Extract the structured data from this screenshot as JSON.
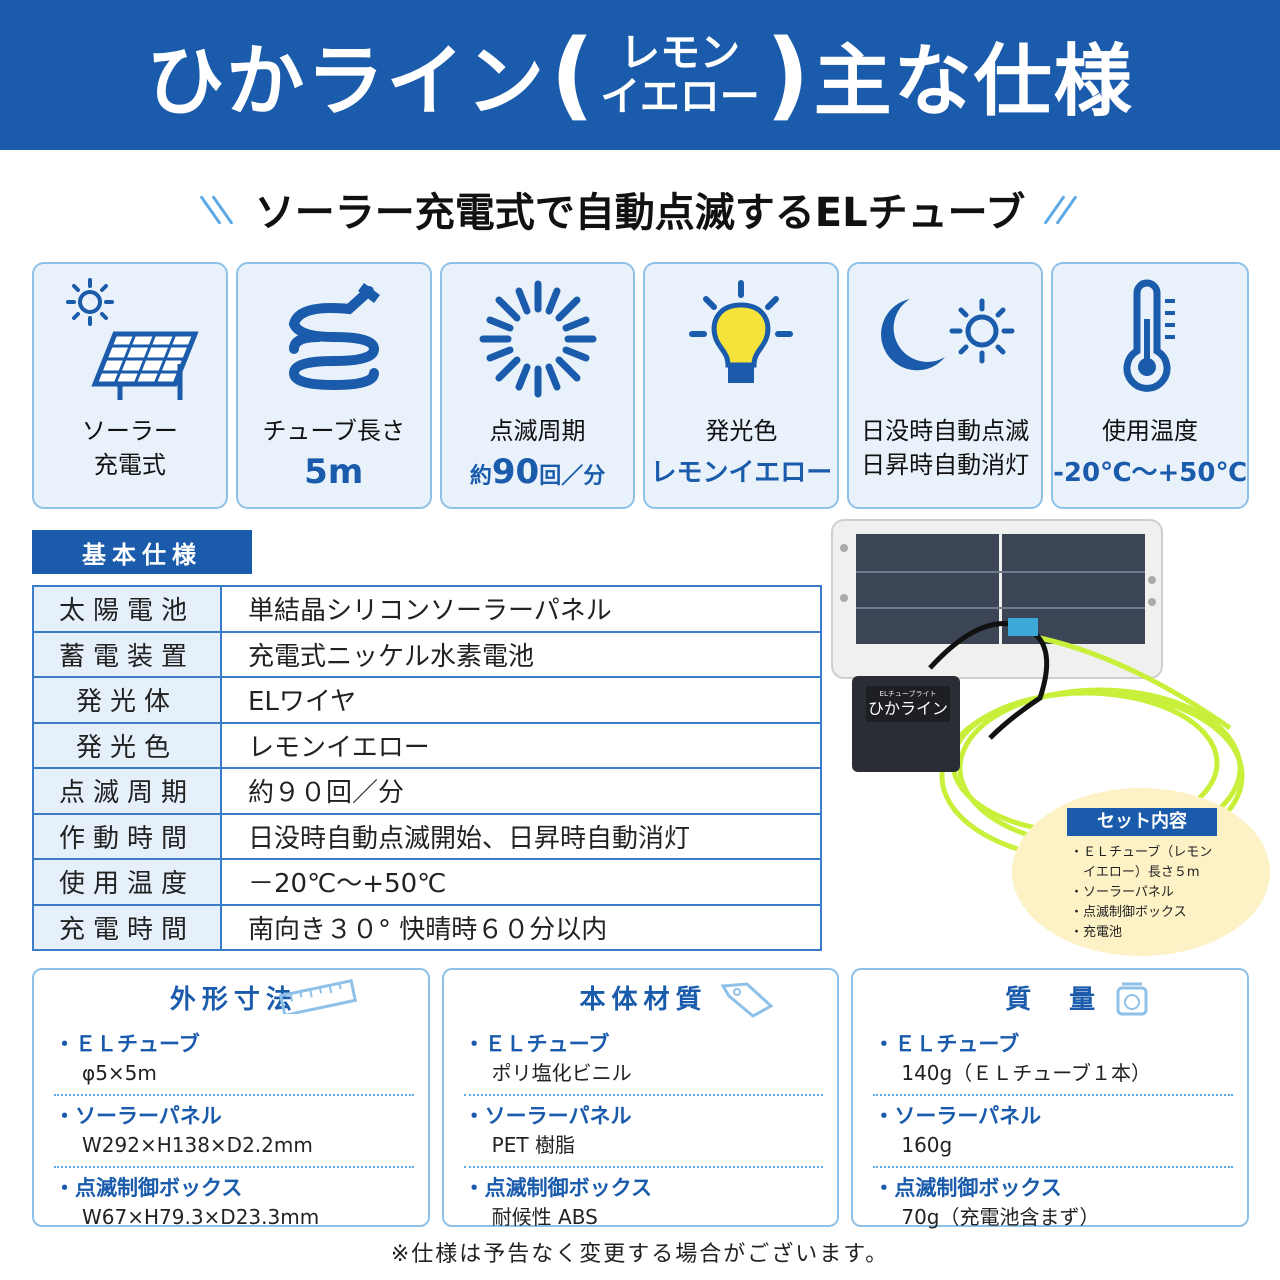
{
  "banner": {
    "title_left": "ひかライン",
    "paren_open": "(",
    "title_mid_top": "レモン",
    "title_mid_bottom": "イエロー",
    "paren_close": ")",
    "title_right": "主な仕様"
  },
  "subtitle": "ソーラー充電式で自動点滅するELチューブ",
  "features": [
    {
      "icon": "solar-panel-icon",
      "label1": "ソーラー",
      "label2": "充電式"
    },
    {
      "icon": "tube-coil-icon",
      "label1": "チューブ長さ",
      "value": "5m"
    },
    {
      "icon": "burst-icon",
      "label1": "点滅周期",
      "value_pre": "約",
      "value_num": "90",
      "value_post": "回／分"
    },
    {
      "icon": "bulb-icon",
      "label1": "発光色",
      "value": "レモンイエロー"
    },
    {
      "icon": "moon-sun-icon",
      "label1": "日没時自動点滅",
      "label2": "日昇時自動消灯"
    },
    {
      "icon": "thermometer-icon",
      "label1": "使用温度",
      "value": "-20℃～+50℃"
    }
  ],
  "basic": {
    "heading": "基本仕様",
    "rows": [
      {
        "key": "太陽電池",
        "value": "単結晶シリコンソーラーパネル"
      },
      {
        "key": "蓄電装置",
        "value": "充電式ニッケル水素電池"
      },
      {
        "key": "発光体",
        "value": "ELワイヤ"
      },
      {
        "key": "発光色",
        "value": "レモンイエロー"
      },
      {
        "key": "点滅周期",
        "value": "約９０回／分"
      },
      {
        "key": "作動時間",
        "value": "日没時自動点滅開始、日昇時自動消灯"
      },
      {
        "key": "使用温度",
        "value": "－20℃～+50℃"
      },
      {
        "key": "充電時間",
        "value": "南向き３０° 快晴時６０分以内"
      }
    ]
  },
  "product_label": {
    "small": "ELチューブライト",
    "name": "ひかライン"
  },
  "set": {
    "heading": "セット内容",
    "items": [
      "・ＥＬチューブ（レモン",
      "　イエロー）長さ５m",
      "・ソーラーパネル",
      "・点滅制御ボックス",
      "・充電池"
    ]
  },
  "boxes": [
    {
      "title": "外形寸法",
      "icon": "ruler-icon",
      "items": [
        {
          "name": "・ＥＬチューブ",
          "detail": "φ5×5m"
        },
        {
          "name": "・ソーラーパネル",
          "detail": "W292×H138×D2.2mm"
        },
        {
          "name": "・点滅制御ボックス",
          "detail": "W67×H79.3×D23.3mm"
        }
      ]
    },
    {
      "title": "本体材質",
      "icon": "tag-icon",
      "items": [
        {
          "name": "・ＥＬチューブ",
          "detail": "ポリ塩化ビニル"
        },
        {
          "name": "・ソーラーパネル",
          "detail": "PET 樹脂"
        },
        {
          "name": "・点滅制御ボックス",
          "detail": "耐候性 ABS"
        }
      ]
    },
    {
      "title": "質　量",
      "icon": "scale-icon",
      "items": [
        {
          "name": "・ＥＬチューブ",
          "detail": "140g（ＥＬチューブ１本）"
        },
        {
          "name": "・ソーラーパネル",
          "detail": "160g"
        },
        {
          "name": "・点滅制御ボックス",
          "detail": "70g（充電池含まず）"
        }
      ]
    }
  ],
  "note": "※仕様は予告なく変更する場合がございます。",
  "colors": {
    "primary": "#1a5bab",
    "light_bg": "#e9f2fb",
    "accent": "#5aa9e6",
    "tube": "#c8f03a",
    "bulb": "#f5e23a"
  }
}
